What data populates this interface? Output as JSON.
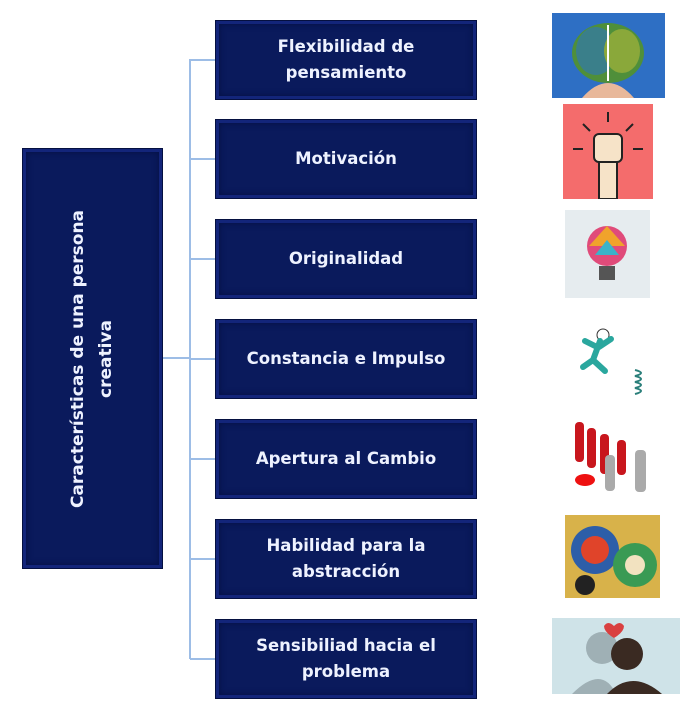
{
  "root": {
    "line1": "Características de una persona",
    "line2": "creativa"
  },
  "items": [
    {
      "label": "Flexibilidad de pensamiento",
      "icon": "brain-icon"
    },
    {
      "label": "Motivación",
      "icon": "raised-fist-icon"
    },
    {
      "label": "Originalidad",
      "icon": "lightbulb-icon"
    },
    {
      "label": "Constancia e Impulso",
      "icon": "jumping-figure-spring-icon"
    },
    {
      "label": "Apertura al Cambio",
      "icon": "red-figures-paint-icon"
    },
    {
      "label": "Habilidad para la abstracción",
      "icon": "abstract-art-icon"
    },
    {
      "label": "Sensibiliad hacia el problema",
      "icon": "embracing-people-icon"
    }
  ],
  "colors": {
    "box": "#0a1a5c",
    "connector": "#9dbde6",
    "text": "#eef2ff"
  }
}
